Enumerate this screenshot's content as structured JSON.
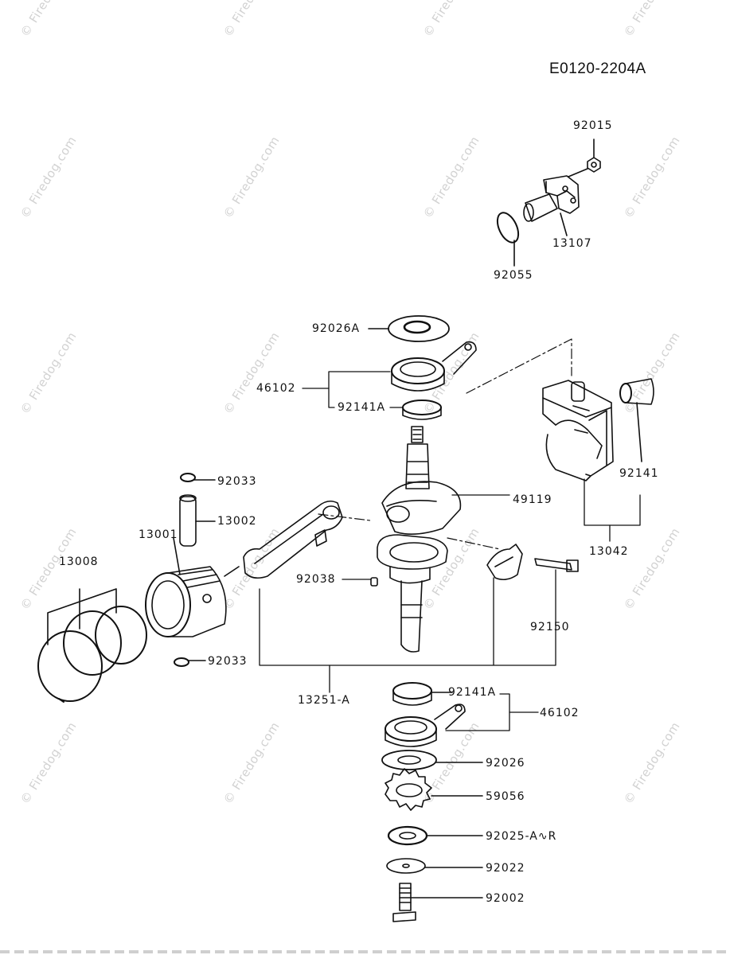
{
  "diagram": {
    "code": "E0120-2204A",
    "watermark": "© Firedog.com",
    "parts": [
      "92015",
      "13107",
      "92055",
      "92026A",
      "46102",
      "92141A",
      "49119",
      "92141",
      "13042",
      "92033",
      "13002",
      "13001",
      "13008",
      "92038",
      "92150",
      "13251-A",
      "92026",
      "59056",
      "92025-A∿R",
      "92022",
      "92002"
    ]
  }
}
